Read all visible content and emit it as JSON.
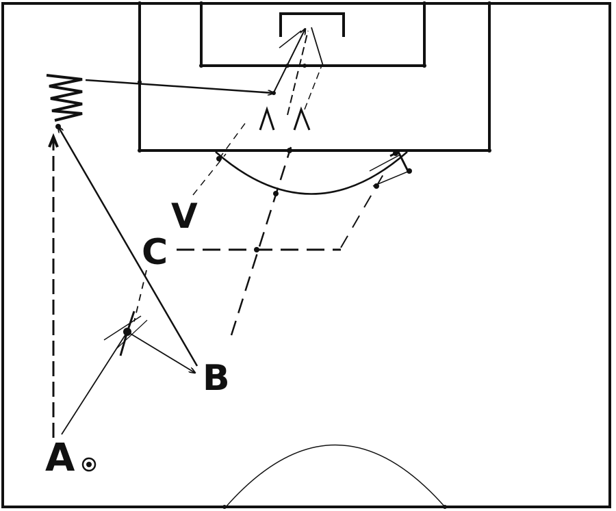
{
  "labels": {
    "player_a": "A",
    "player_b": "B",
    "player_c": "C",
    "player_v": "V"
  },
  "colors": {
    "ink": "#111111",
    "background": "#ffffff"
  },
  "icons": [
    "ball-icon",
    "cone-icon"
  ]
}
